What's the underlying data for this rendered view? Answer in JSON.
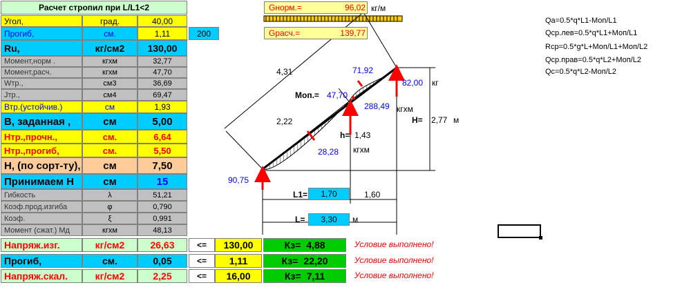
{
  "title": "Расчет стропил при L/L1<2",
  "rows": [
    {
      "label": "Угол,",
      "unit": "град.",
      "value": "40,00"
    },
    {
      "label": "Прогиб,",
      "unit": "см.",
      "value": "1,11",
      "extra": "200"
    },
    {
      "label": "Ru,",
      "unit": "кг/см2",
      "value": "130,00"
    },
    {
      "label": "Момент,норм  .",
      "unit": "кгхм",
      "value": "32,77"
    },
    {
      "label": "Момент,расч.",
      "unit": "кгхм",
      "value": "47,70"
    },
    {
      "label": "Wтр.,",
      "unit": "см3",
      "value": "36,69"
    },
    {
      "label": "Jтр.,",
      "unit": "см4",
      "value": "69,47"
    },
    {
      "label": "Втр.(устойчив.)",
      "unit": "см",
      "value": "1,93"
    },
    {
      "label": "В, заданная ,",
      "unit": "см",
      "value": "5,00"
    },
    {
      "label": "Нтр.,прочн.,",
      "unit": "см.",
      "value": "6,64"
    },
    {
      "label": "Нтр.,прогиб,",
      "unit": "см.",
      "value": "5,50"
    },
    {
      "label": "Н, (по сорт-ту),",
      "unit": "см",
      "value": "7,50"
    },
    {
      "label": "Принимаем Н",
      "unit": "см",
      "value": "15"
    },
    {
      "label": "Гибкость",
      "unit": "λ",
      "value": "51,21"
    },
    {
      "label": "Коэф.прод.изгиба",
      "unit": "φ",
      "value": "0,790"
    },
    {
      "label": "Коэф.",
      "unit": "ξ",
      "value": "0,991"
    },
    {
      "label": "Момент (сжат.)  Мд",
      "unit": "кгхм",
      "value": "48,13"
    }
  ],
  "checks": [
    {
      "label": "Напряж.изг.",
      "unit": "кг/см2",
      "value": "26,63",
      "op": "<=",
      "limit": "130,00",
      "k_label": "Кз=",
      "k_value": "4,88",
      "result": "Условие выполнено!"
    },
    {
      "label": "Прогиб,",
      "unit": "см.",
      "value": "0,05",
      "op": "<=",
      "limit": "1,11",
      "k_label": "Кз=",
      "k_value": "22,20",
      "result": "Условие выполнено!"
    },
    {
      "label": "Напряж.скал.",
      "unit": "кг/см2",
      "value": "2,25",
      "op": "<=",
      "limit": "16,00",
      "k_label": "Кз=",
      "k_value": "7,11",
      "result": "Условие выполнено!"
    }
  ],
  "loads": {
    "gnorm_label": "Gнорм.=",
    "gnorm_value": "96,02",
    "gnorm_unit": "кг/м",
    "grasch_label": "Gрасч.=",
    "grasch_value": "139,77"
  },
  "diagram": {
    "len_top": "4,31",
    "len_mid": "2,22",
    "m_support_top": "71,92",
    "mop_label": "Моп.=",
    "mop_value": "47,70",
    "moment_mid": "288,49",
    "moment_mid_unit": "кгхм",
    "reaction_top": "82,00",
    "reaction_top_unit": "кг",
    "H_label": "Н=",
    "H_value": "2,77",
    "H_unit": "м",
    "h_label": "h=",
    "h_value": "1,43",
    "h_unit": "кгхм",
    "span_moment": "28,28",
    "reaction_bottom": "90,75",
    "L1_label": "L1=",
    "L1_value": "1,70",
    "L2_value": "1,60",
    "L_label": "L=",
    "L_value": "3,30",
    "L_unit": "м"
  },
  "formulas": [
    "Qa=0.5*q*L1-Моп/L1",
    "Qср.лев=0.5*q*L1+Моп/L1",
    "Rср=0.5*g*L+Моп/L1+Моп/L2",
    "Qср.прав=0.5*q*L2+Моп/L2",
    "Qc=0.5*q*L2-Моп/L2"
  ],
  "colors": {
    "yellow": "#ffff00",
    "cyan": "#00ccff",
    "green": "#00cc00",
    "light_green": "#ccffcc",
    "grey": "#c0c0c0",
    "orange": "#ff9900",
    "peach": "#ffcc99",
    "red": "#ff0000",
    "blue": "#0000ff"
  }
}
